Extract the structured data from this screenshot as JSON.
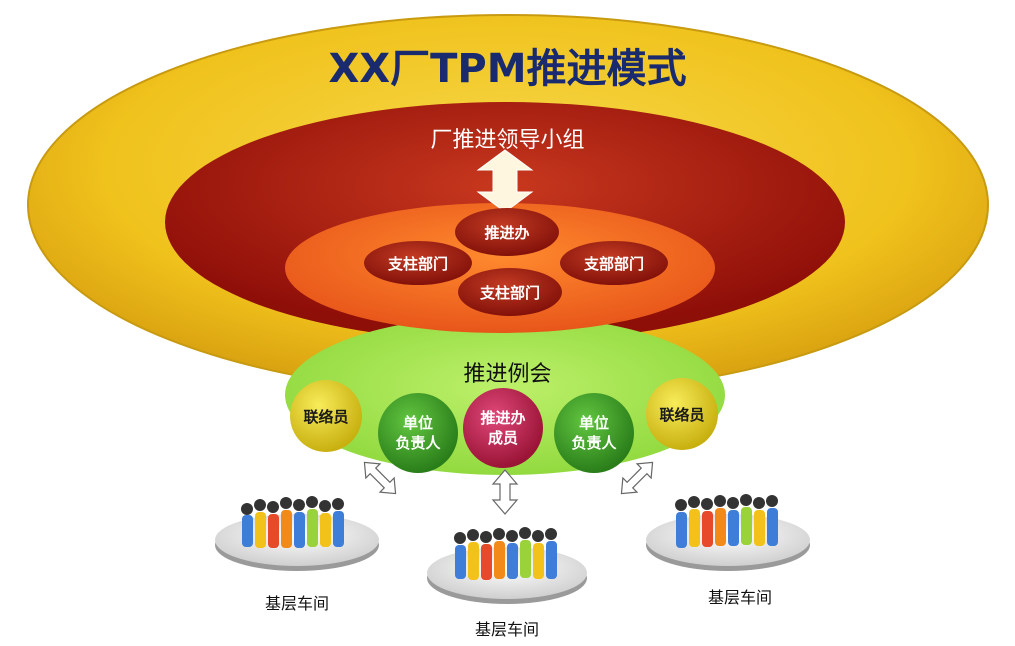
{
  "title": "XX厂TPM推进模式",
  "leader_group": "厂推进领导小组",
  "office": "推进办",
  "dept_left": "支柱部门",
  "dept_right": "支部部门",
  "dept_bottom": "支柱部门",
  "meeting": "推进例会",
  "liaison_left": "联络员",
  "liaison_right": "联络员",
  "unit_left": [
    "单位",
    "负责人"
  ],
  "office_member": [
    "推进办",
    "成员"
  ],
  "unit_right": [
    "单位",
    "负责人"
  ],
  "workshops": [
    "基层车间",
    "基层车间",
    "基层车间"
  ],
  "colors": {
    "outer_ring": "#f0c21c",
    "middle_ring": "#b0160e",
    "inner_disc": "#f46a1c",
    "meeting_zone": "#9be045",
    "unit_circle": "#3aa028",
    "member_circle": "#c01f4a",
    "liaison_circle": "#e6d21a"
  }
}
